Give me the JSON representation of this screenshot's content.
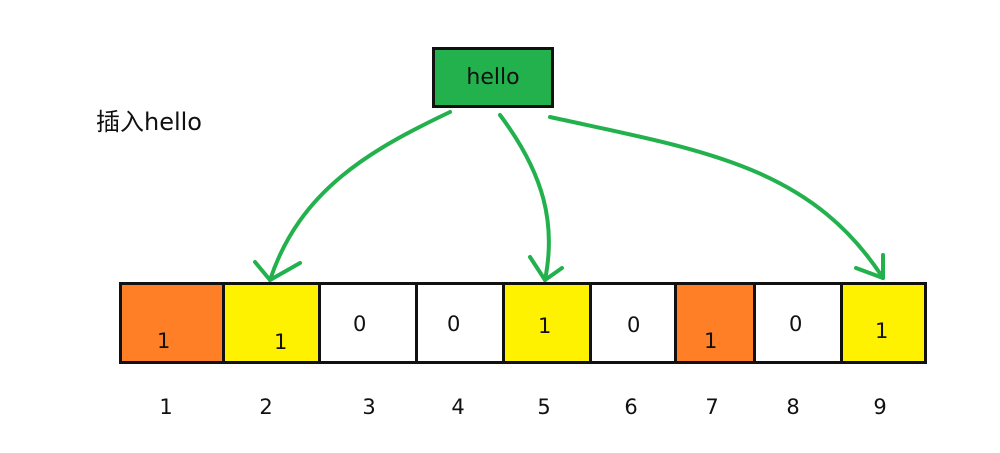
{
  "caption": "插入hello",
  "key": "hello",
  "colors": {
    "key_fill": "#22b14c",
    "arrow": "#22b14c",
    "hash_a": "#ff7f27",
    "hash_b": "#fff200",
    "empty": "#ffffff",
    "border": "#111111"
  },
  "bits": [
    {
      "index": "1",
      "value": "1",
      "fill": "hash_a"
    },
    {
      "index": "2",
      "value": "1",
      "fill": "hash_b"
    },
    {
      "index": "3",
      "value": "0",
      "fill": "empty"
    },
    {
      "index": "4",
      "value": "0",
      "fill": "empty"
    },
    {
      "index": "5",
      "value": "1",
      "fill": "hash_b"
    },
    {
      "index": "6",
      "value": "0",
      "fill": "empty"
    },
    {
      "index": "7",
      "value": "1",
      "fill": "hash_a"
    },
    {
      "index": "8",
      "value": "0",
      "fill": "empty"
    },
    {
      "index": "9",
      "value": "1",
      "fill": "hash_b"
    }
  ],
  "arrows_to": [
    "2",
    "5",
    "9"
  ]
}
